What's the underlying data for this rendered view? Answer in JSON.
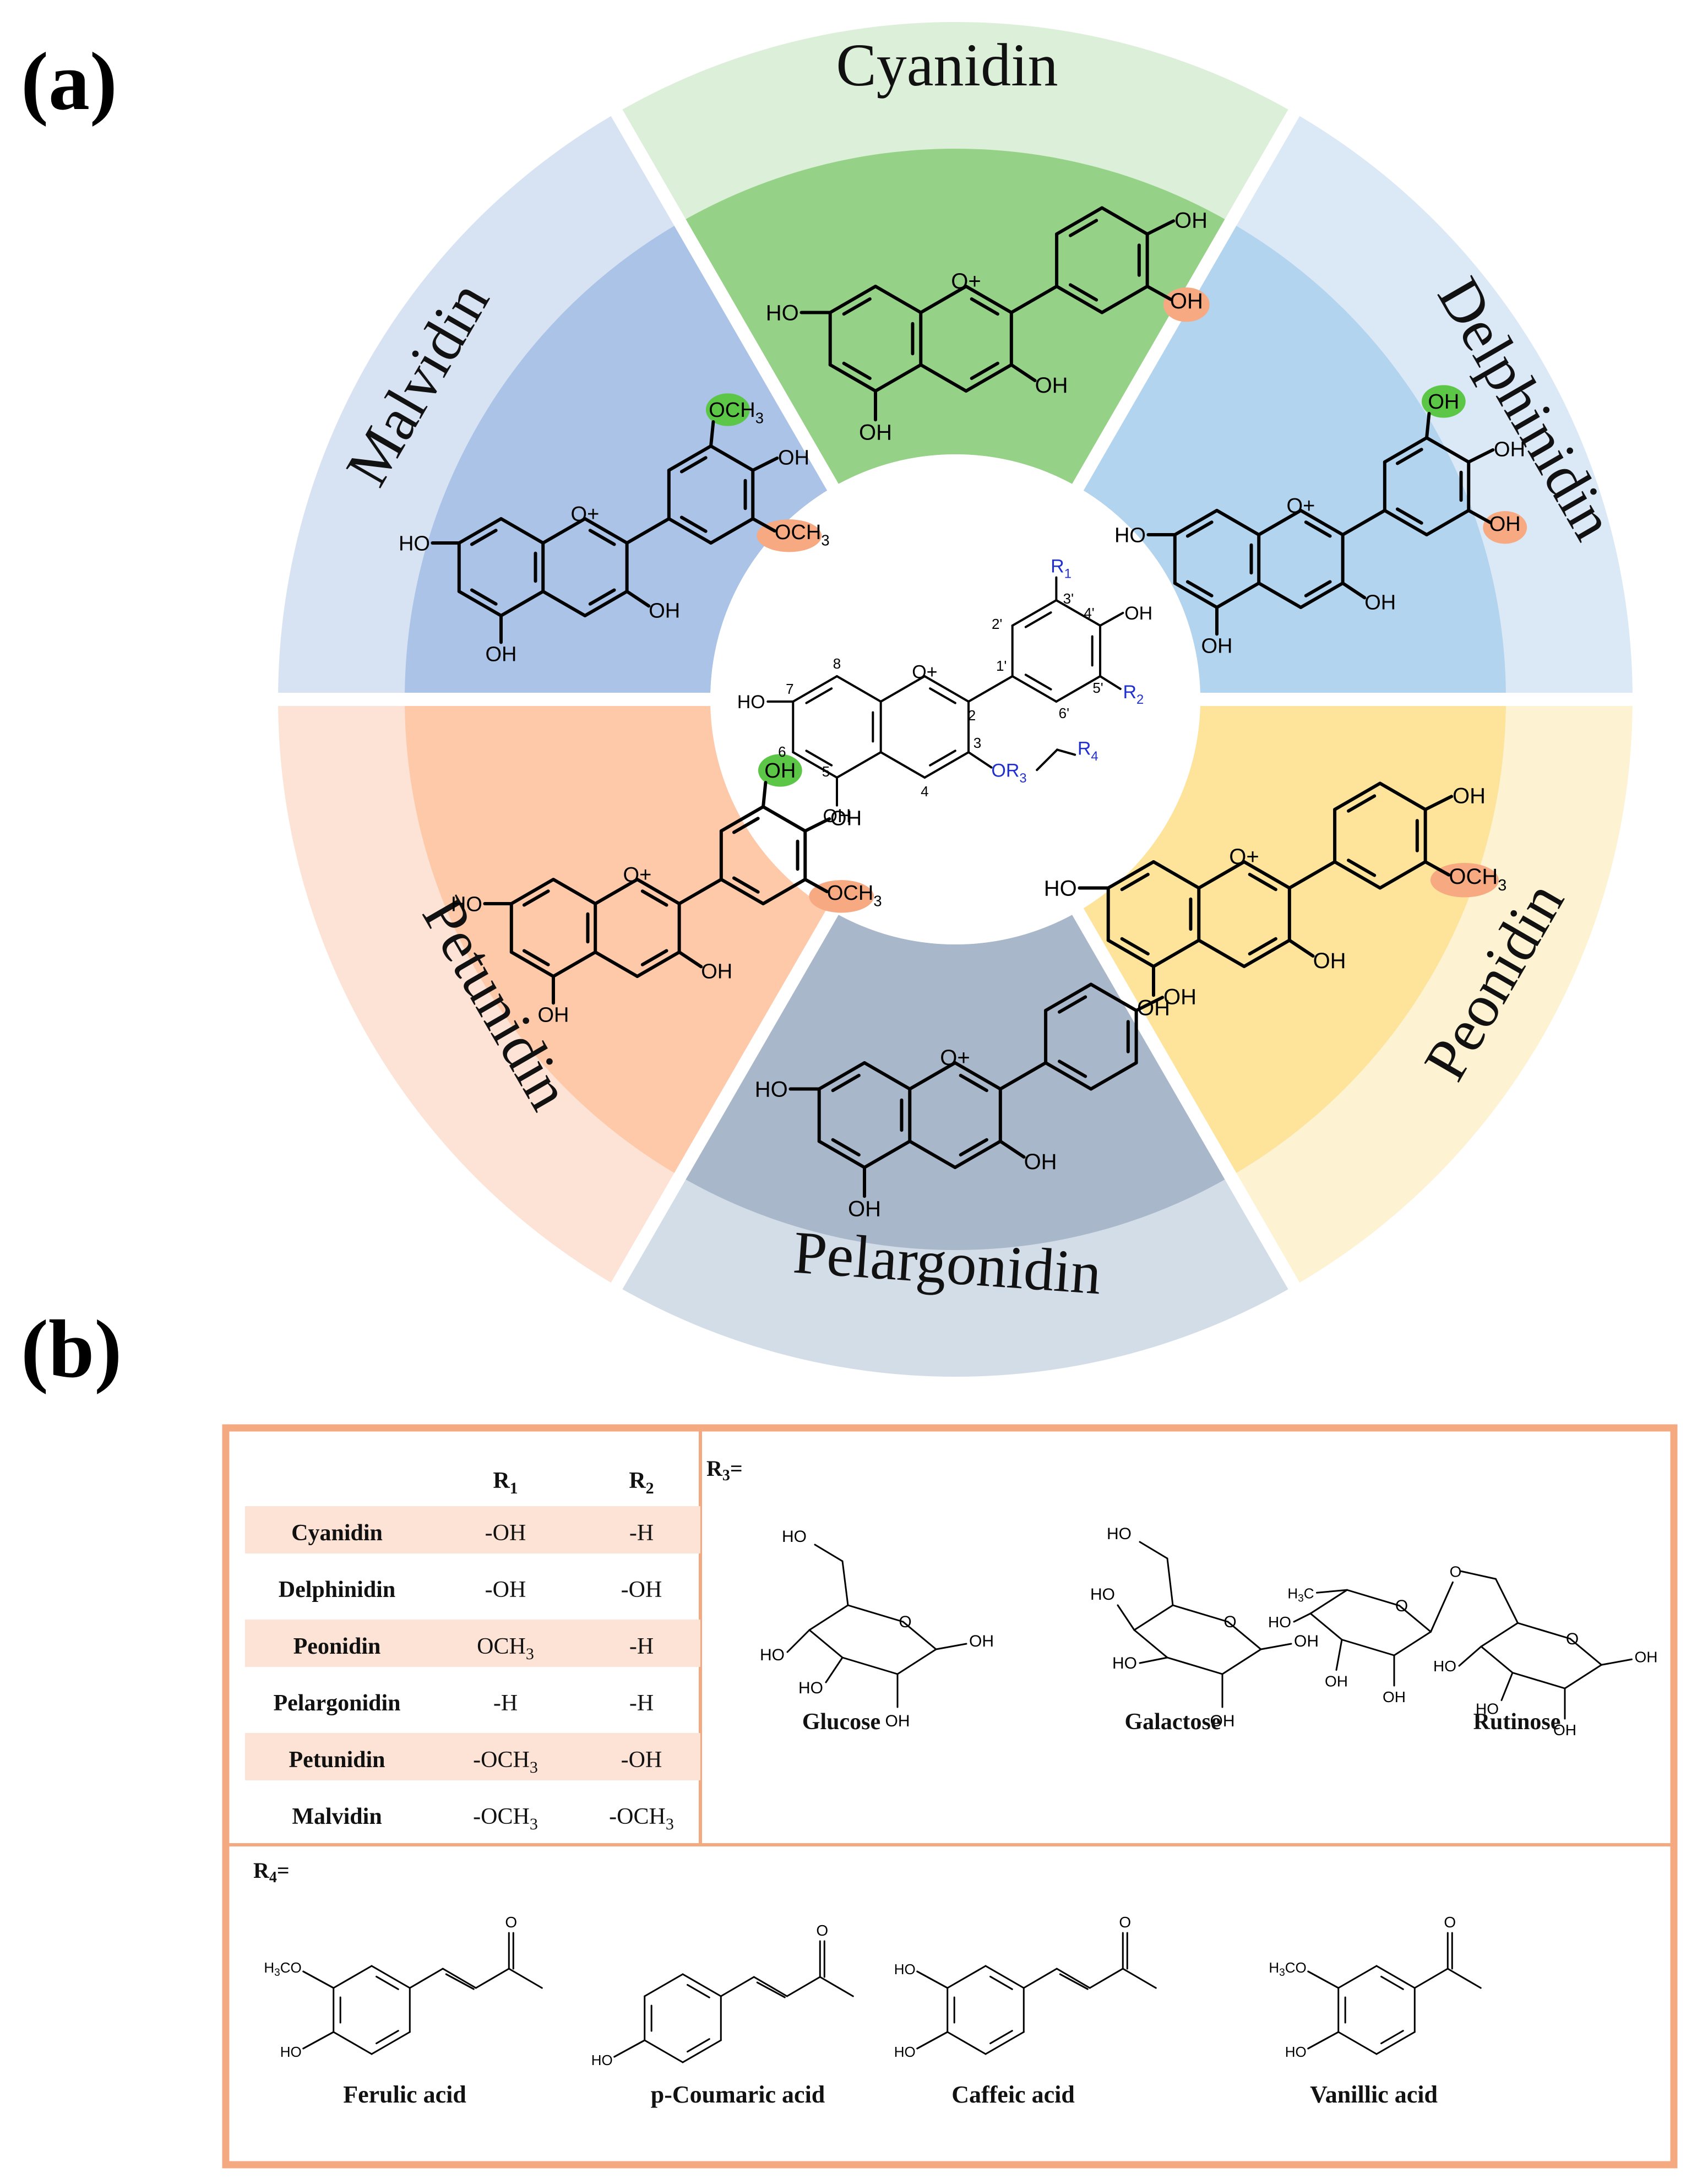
{
  "panels": {
    "a": "(a)",
    "b": "(b)"
  },
  "colors": {
    "cyanidin_outer": "#dcefd8",
    "cyanidin_inner": "#95d287",
    "delphinidin_outer": "#dbe8f5",
    "delphinidin_inner": "#b2d4ef",
    "peonidin_outer": "#fdf2d2",
    "peonidin_inner": "#fde49a",
    "pelargonidin_outer": "#d3dde8",
    "pelargonidin_inner": "#a9b7cb",
    "petunidin_outer": "#fde3d5",
    "petunidin_inner": "#fdc9a9",
    "malvidin_outer": "#d7e3f3",
    "malvidin_inner": "#aac3e6",
    "highlight_green": "#5cc746",
    "highlight_orange": "#f7a982",
    "table_border": "#f4a980",
    "row_shade": "#fde3d6",
    "r_label": "#1f2fd0"
  },
  "wheel": {
    "segments": [
      {
        "name": "Cyanidin"
      },
      {
        "name": "Delphinidin"
      },
      {
        "name": "Peonidin"
      },
      {
        "name": "Pelargonidin"
      },
      {
        "name": "Petunidin"
      },
      {
        "name": "Malvidin"
      }
    ],
    "center_labels": {
      "R1": "R",
      "R1_sub": "1",
      "R2": "R",
      "R2_sub": "2",
      "R3": "OR",
      "R3_sub": "3",
      "R4": "R",
      "R4_sub": "4",
      "HO": "HO",
      "OH4": "OH",
      "OH5": "OH",
      "O_plus": "O+",
      "pos": [
        "8",
        "7",
        "6",
        "5",
        "4",
        "3",
        "2",
        "1'",
        "2'",
        "3'",
        "4'",
        "5'",
        "6'"
      ]
    },
    "chem_text": {
      "HO": "HO",
      "OH": "OH",
      "O_plus": "O+",
      "OCH3": "OCH",
      "sub3": "3"
    }
  },
  "table": {
    "header_r1": "R",
    "header_r1_sub": "1",
    "header_r2": "R",
    "header_r2_sub": "2",
    "rows": [
      {
        "name": "Cyanidin",
        "r1": "-OH",
        "r2": "-H"
      },
      {
        "name": "Delphinidin",
        "r1": "-OH",
        "r2": "-OH"
      },
      {
        "name": "Peonidin",
        "r1": "OCH",
        "r1_sub": "3",
        "r2": "-H"
      },
      {
        "name": "Pelargonidin",
        "r1": "-H",
        "r2": "-H"
      },
      {
        "name": "Petunidin",
        "r1": "-OCH",
        "r1_sub": "3",
        "r2": "-OH"
      },
      {
        "name": "Malvidin",
        "r1": "-OCH",
        "r1_sub": "3",
        "r2": "-OCH",
        "r2_sub": "3"
      }
    ],
    "r3_label": "R",
    "r3_sub": "3",
    "r3_eq": "=",
    "r4_label": "R",
    "r4_sub": "4",
    "r4_eq": "=",
    "sugars": [
      "Glucose",
      "Galactose",
      "Rutinose"
    ],
    "acids": [
      "Ferulic acid",
      "p-Coumaric acid",
      "Caffeic acid",
      "Vanillic acid"
    ],
    "struct_text": {
      "HO": "HO",
      "OH": "OH",
      "O": "O",
      "H3C": "H",
      "H3C_sub": "3",
      "H3C_tail": "C",
      "H3CO": "H",
      "H3CO_sub": "3",
      "H3CO_tail": "CO"
    }
  }
}
